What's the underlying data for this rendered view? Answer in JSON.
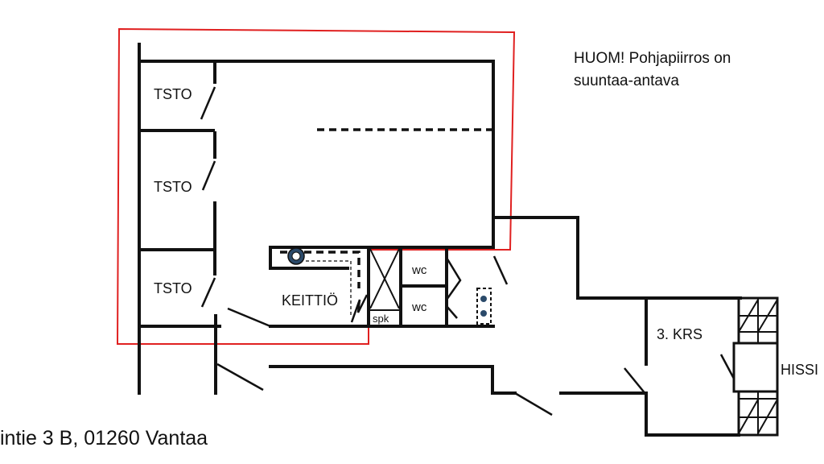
{
  "highlight_color": "#e02020",
  "wall_color": "#111111",
  "note": {
    "line1": "HUOM! Pohjapiirros on",
    "line2": "suuntaa-antava"
  },
  "rooms": {
    "tsto_1": "TSTO",
    "tsto_2": "TSTO",
    "tsto_3": "TSTO",
    "kitchen": "KEITTIÖ",
    "wc_1": "wc",
    "wc_2": "wc",
    "spk": "spk",
    "floor": "3. KRS",
    "elevator": "HISSI"
  },
  "address": "intie 3 B, 01260 Vantaa",
  "icons": [
    "sink-icon",
    "stove-icon",
    "electrical-symbol-icon",
    "elevator-icon",
    "staircase-icon"
  ]
}
